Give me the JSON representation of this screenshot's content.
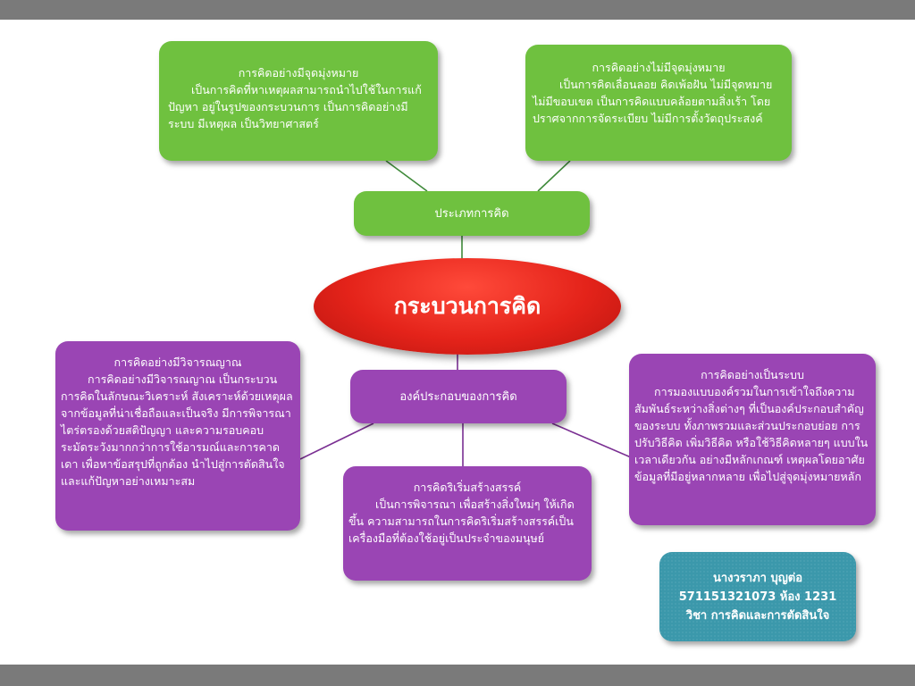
{
  "center": {
    "title": "กระบวนการคิด"
  },
  "types": {
    "label": "ประเภทการคิด",
    "purposeful": {
      "title": "การคิดอย่างมีจุดมุ่งหมาย",
      "body": "เป็นการคิดที่หาเหตุผลสามารถนำไปใช้ในการแก้ปัญหา อยู่ในรูปของกระบวนการ เป็นการคิดอย่างมีระบบ มีเหตุผล เป็นวิทยาศาสตร์"
    },
    "purposeless": {
      "title": "การคิดอย่างไม่มีจุดมุ่งหมาย",
      "body": "เป็นการคิดเลื่อนลอย คิดเพ้อฝัน ไม่มีจุดหมาย ไม่มีขอบเขต เป็นการคิดแบบคล้อยตามสิ่งเร้า โดยปราศจากการจัดระเบียบ ไม่มีการตั้งวัตถุประสงค์"
    }
  },
  "components": {
    "label": "องค์ประกอบของการคิด",
    "critical": {
      "title": "การคิดอย่างมีวิจารณญาณ",
      "body": "การคิดอย่างมีวิจารณญาณ เป็นกระบวนการคิดในลักษณะวิเคราะห์ สังเคราะห์ด้วยเหตุผล จากข้อมูลที่น่าเชื่อถือและเป็นจริง มีการพิจารณาไตร่ตรองด้วยสติปัญญา และความรอบคอบระมัดระวังมากกว่าการใช้อารมณ์และการคาดเดา เพื่อหาข้อสรุปที่ถูกต้อง นำไปสู่การตัดสินใจ และแก้ปัญหาอย่างเหมาะสม"
    },
    "creative": {
      "title": "การคิดริเริ่มสร้างสรรค์",
      "body": "เป็นการพิจารณา เพื่อสร้างสิ่งใหม่ๆ ให้เกิดขึ้น ความสามารถในการคิดริเริ่มสร้างสรรค์เป็นเครื่องมือที่ต้องใช้อยู่เป็นประจำของมนุษย์"
    },
    "systems": {
      "title": "การคิดอย่างเป็นระบบ",
      "body": "การมองแบบองค์รวมในการเข้าใจถึงความสัมพันธ์ระหว่างสิ่งต่างๆ ที่เป็นองค์ประกอบสำคัญของระบบ ทั้งภาพรวมและส่วนประกอบย่อย การปรับวิธีคิด เพิ่มวิธีคิด หรือใช้วิธีคิดหลายๆ แบบในเวลาเดียวกัน อย่างมีหลักเกณฑ์ เหตุผลโดยอาศัยข้อมูลที่มีอยู่หลากหลาย เพื่อไปสู่จุดมุ่งหมายหลัก"
    }
  },
  "author": {
    "name": "นางวราภา บุญต่อ",
    "id_room": "571151321073  ห้อง 1231",
    "course": "วิชา การคิดและการตัดสินใจ"
  },
  "colors": {
    "green": "#6fc13f",
    "purple": "#9a45b4",
    "red": "#e4231a",
    "teal": "#3b98ab",
    "green_line": "#3f8a3a",
    "purple_line": "#7a2f92"
  }
}
